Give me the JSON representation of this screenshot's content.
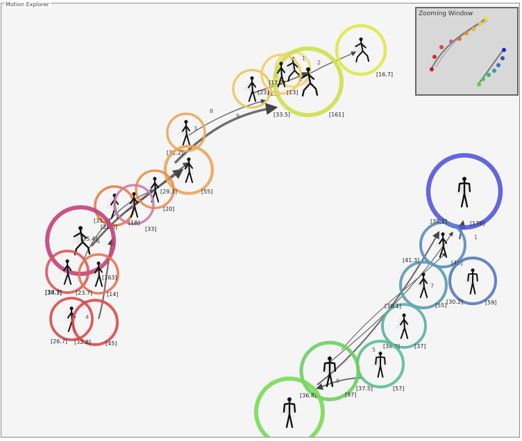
{
  "window": {
    "title": "Motion Explorer"
  },
  "zoom_window": {
    "title": "Zooming Window"
  },
  "nodes": [
    {
      "id": "n1",
      "label": "[16.7]",
      "color": "#dfe845",
      "pose": "run"
    },
    {
      "id": "n2",
      "label": "[13]",
      "color": "#f0dc6a",
      "pose": "run"
    },
    {
      "id": "n3",
      "label": "[161]",
      "color": "#cde050",
      "pose": "run"
    },
    {
      "id": "n4",
      "label": "[33.5]",
      "color": "#cde050",
      "pose": "none"
    },
    {
      "id": "n5",
      "label": "[23]",
      "color": "#e8c65a",
      "pose": "walk"
    },
    {
      "id": "n6",
      "label": "[17.2]",
      "color": "#f0cf66",
      "pose": "walk"
    },
    {
      "id": "n7",
      "label": "[13]",
      "color": "#f0cf66",
      "pose": "none"
    },
    {
      "id": "n8",
      "label": "[31.2]",
      "color": "#eda458",
      "pose": "walk"
    },
    {
      "id": "n9",
      "label": "[55]",
      "color": "#eda458",
      "pose": "walk"
    },
    {
      "id": "n10",
      "label": "[29.3]",
      "color": "#ea8d4a",
      "pose": "walk"
    },
    {
      "id": "n11",
      "label": "[20]",
      "color": "#ea8d4a",
      "pose": "walk"
    },
    {
      "id": "n12",
      "label": "[31.8]",
      "color": "#e87b44",
      "pose": "walk"
    },
    {
      "id": "n13",
      "label": "[28.0]",
      "color": "#e87b44",
      "pose": "none"
    },
    {
      "id": "n14",
      "label": "[33]",
      "color": "#c980aa",
      "pose": "walk"
    },
    {
      "id": "n15",
      "label": "[18]",
      "color": "#c980aa",
      "pose": "none"
    },
    {
      "id": "n16",
      "label": "[35.4]",
      "color": "#c2427a",
      "pose": "run"
    },
    {
      "id": "n17",
      "label": "[30.7]",
      "color": "#e05458",
      "pose": "walk"
    },
    {
      "id": "n18",
      "label": "[163]",
      "color": "#e8734e",
      "pose": "walk"
    },
    {
      "id": "n19",
      "label": "[14]",
      "color": "#e8734e",
      "pose": "none"
    },
    {
      "id": "n20",
      "label": "[34.3]",
      "color": "#e05458",
      "pose": "none"
    },
    {
      "id": "n21",
      "label": "[23.7]",
      "color": "#e05458",
      "pose": "none"
    },
    {
      "id": "n22",
      "label": "[26.7]",
      "color": "#dd4848",
      "pose": "walk"
    },
    {
      "id": "n23",
      "label": "[32.8]",
      "color": "#dd4848",
      "pose": "none"
    },
    {
      "id": "n24",
      "label": "[45]",
      "color": "#e05050",
      "pose": "walk"
    },
    {
      "id": "n25",
      "label": "[178]",
      "color": "#5458d8",
      "pose": "stand"
    },
    {
      "id": "n26",
      "label": "[38.1]",
      "color": "#5a8cc0",
      "pose": "walk"
    },
    {
      "id": "n27",
      "label": "[43]",
      "color": "#5a8cc0",
      "pose": "none"
    },
    {
      "id": "n28",
      "label": "[59]",
      "color": "#5878bc",
      "pose": "stand"
    },
    {
      "id": "n29",
      "label": "[30.2]",
      "color": "#5878bc",
      "pose": "none"
    },
    {
      "id": "n30",
      "label": "[41.3]",
      "color": "#5a9cb0",
      "pose": "walk"
    },
    {
      "id": "n31",
      "label": "[55]",
      "color": "#5a9cb0",
      "pose": "none"
    },
    {
      "id": "n32",
      "label": "[30.1]",
      "color": "#5ab0a8",
      "pose": "walk"
    },
    {
      "id": "n33",
      "label": "[37]",
      "color": "#5ab0a8",
      "pose": "none"
    },
    {
      "id": "n34",
      "label": "[38.9]",
      "color": "#5ab0a8",
      "pose": "none"
    },
    {
      "id": "n35",
      "label": "[57]",
      "color": "#5ac090",
      "pose": "stand"
    },
    {
      "id": "n36",
      "label": "[37.5]",
      "color": "#5ac090",
      "pose": "none"
    },
    {
      "id": "n37",
      "label": "[97]",
      "color": "#6ad060",
      "pose": "stand"
    },
    {
      "id": "n38",
      "label": "[36.8]",
      "color": "#6ad060",
      "pose": "none"
    },
    {
      "id": "n39",
      "label": "",
      "color": "#78dc58",
      "pose": "stand"
    }
  ],
  "edge_labels": [
    "1",
    "2",
    "9",
    "3",
    "4",
    "4",
    "7",
    "1",
    "8",
    "9",
    "5"
  ],
  "zoom_dots": [
    "#f5e030",
    "#f0c830",
    "#e8b030",
    "#e09030",
    "#d87038",
    "#c858a0",
    "#e84030",
    "#e02828",
    "#d81818",
    "#2020d0",
    "#3050c0",
    "#3078b8",
    "#30a0a0",
    "#30b880",
    "#48c860",
    "#60d040"
  ]
}
